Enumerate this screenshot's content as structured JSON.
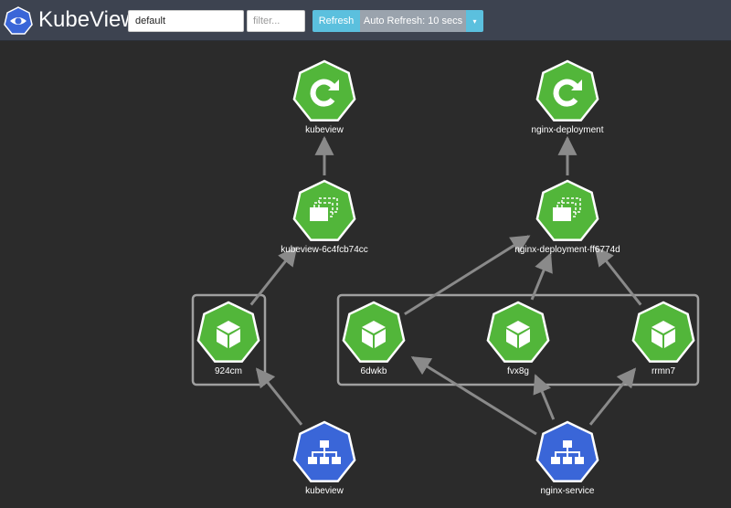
{
  "header": {
    "app_title": "KubeView",
    "namespace_value": "default",
    "filter_placeholder": "filter...",
    "refresh_label": "Refresh",
    "auto_refresh_label": "Auto Refresh: 10 secs",
    "caret_glyph": "▾"
  },
  "colors": {
    "topbar": "#3d4350",
    "background": "#2b2b2b",
    "node_green": "#52b63a",
    "node_blue": "#3a66d8",
    "edge": "#8a8a8a",
    "group_border": "#a0a0a0"
  },
  "graph": {
    "nodes": [
      {
        "id": "kubeview-deploy",
        "label": "kubeview",
        "kind": "deployment",
        "icon": "refresh-icon"
      },
      {
        "id": "nginx-deploy",
        "label": "nginx-deployment",
        "kind": "deployment",
        "icon": "refresh-icon"
      },
      {
        "id": "kubeview-rs",
        "label": "kubeview-6c4fcb74cc",
        "kind": "replicaset",
        "icon": "stack-icon"
      },
      {
        "id": "nginx-rs",
        "label": "nginx-deployment-ff6774d",
        "kind": "replicaset",
        "icon": "stack-icon"
      },
      {
        "id": "pod-924cm",
        "label": "924cm",
        "kind": "pod",
        "icon": "cube-icon"
      },
      {
        "id": "pod-6dwkb",
        "label": "6dwkb",
        "kind": "pod",
        "icon": "cube-icon"
      },
      {
        "id": "pod-fvx8g",
        "label": "fvx8g",
        "kind": "pod",
        "icon": "cube-icon"
      },
      {
        "id": "pod-rrmn7",
        "label": "rrmn7",
        "kind": "pod",
        "icon": "cube-icon"
      },
      {
        "id": "svc-kubeview",
        "label": "kubeview",
        "kind": "service",
        "icon": "network-icon"
      },
      {
        "id": "svc-nginx",
        "label": "nginx-service",
        "kind": "service",
        "icon": "network-icon"
      }
    ],
    "edges": [
      {
        "from": "kubeview-rs",
        "to": "kubeview-deploy"
      },
      {
        "from": "nginx-rs",
        "to": "nginx-deploy"
      },
      {
        "from": "pod-924cm",
        "to": "kubeview-rs"
      },
      {
        "from": "pod-6dwkb",
        "to": "nginx-rs"
      },
      {
        "from": "pod-fvx8g",
        "to": "nginx-rs"
      },
      {
        "from": "pod-rrmn7",
        "to": "nginx-rs"
      },
      {
        "from": "svc-kubeview",
        "to": "pod-924cm"
      },
      {
        "from": "svc-nginx",
        "to": "pod-6dwkb"
      },
      {
        "from": "svc-nginx",
        "to": "pod-fvx8g"
      },
      {
        "from": "svc-nginx",
        "to": "pod-rrmn7"
      }
    ]
  }
}
